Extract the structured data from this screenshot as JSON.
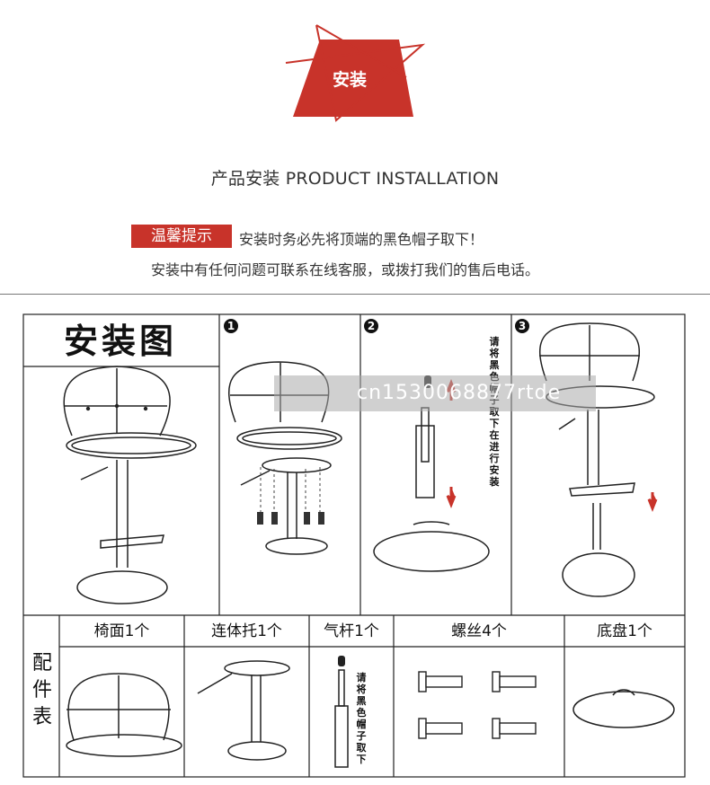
{
  "header": {
    "badge_text": "安装",
    "section_title": "产品安装  PRODUCT INSTALLATION"
  },
  "tips": {
    "label": "温馨提示",
    "line1": "安装时务必先将顶端的黑色帽子取下！",
    "line2": "安装中有任何问题可联系在线客服，或拨打我们的售后电话。"
  },
  "diagram": {
    "title": "安装图",
    "steps": [
      {
        "number": "1"
      },
      {
        "number": "2",
        "note": "请将黑色帽子取下在进行安装"
      },
      {
        "number": "3"
      }
    ],
    "watermark": "cn1530068877rtde",
    "parts_label": "配件表",
    "parts": [
      {
        "label": "椅面1个"
      },
      {
        "label": "连体托1个"
      },
      {
        "label": "气杆1个",
        "note": "请将黑色帽子取下"
      },
      {
        "label": "螺丝4个"
      },
      {
        "label": "底盘1个"
      }
    ]
  },
  "colors": {
    "accent": "#c8332a",
    "line": "#222222"
  }
}
